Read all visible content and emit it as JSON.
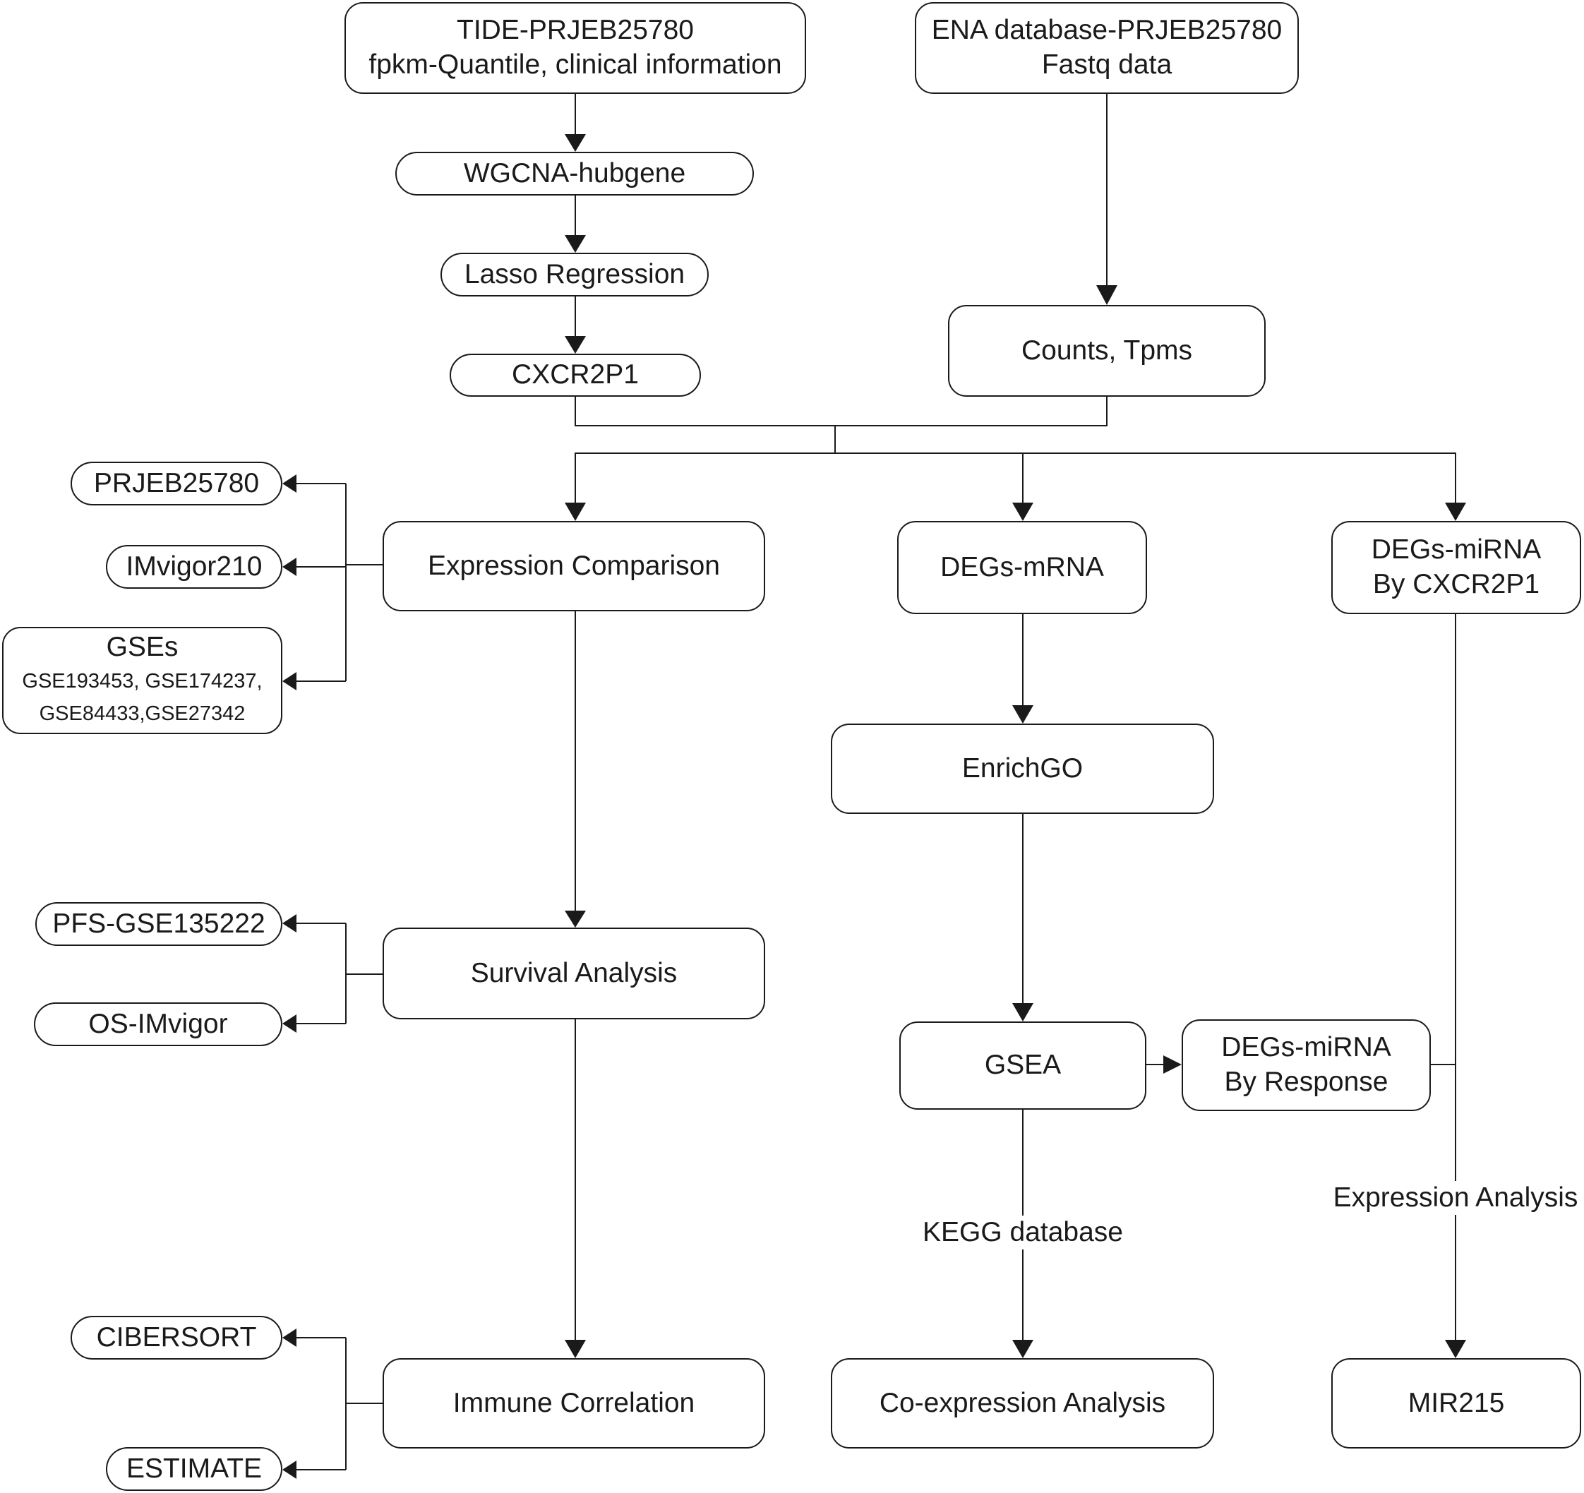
{
  "nodes": {
    "tide": {
      "line1": "TIDE-PRJEB25780",
      "line2": "fpkm-Quantile, clinical information"
    },
    "ena": {
      "line1": "ENA database-PRJEB25780",
      "line2": "Fastq data"
    },
    "wgcna": {
      "label": "WGCNA-hubgene"
    },
    "lasso": {
      "label": "Lasso Regression"
    },
    "cxcr2p1": {
      "label": "CXCR2P1"
    },
    "counts": {
      "label": "Counts, Tpms"
    },
    "prjeb": {
      "label": "PRJEB25780"
    },
    "imvigor210": {
      "label": "IMvigor210"
    },
    "gses": {
      "title": "GSEs",
      "line1": "GSE193453, GSE174237,",
      "line2": "GSE84433,GSE27342"
    },
    "expression_comparison": {
      "label": "Expression Comparison"
    },
    "degs_mrna": {
      "label": "DEGs-mRNA"
    },
    "degs_mirna_cxcr": {
      "line1": "DEGs-miRNA",
      "line2": "By CXCR2P1"
    },
    "enrichgo": {
      "label": "EnrichGO"
    },
    "pfs": {
      "label": "PFS-GSE135222"
    },
    "os": {
      "label": "OS-IMvigor"
    },
    "survival": {
      "label": "Survival Analysis"
    },
    "gsea": {
      "label": "GSEA"
    },
    "degs_mirna_resp": {
      "line1": "DEGs-miRNA",
      "line2": "By Response"
    },
    "cibersort": {
      "label": "CIBERSORT"
    },
    "estimate": {
      "label": "ESTIMATE"
    },
    "immune": {
      "label": "Immune Correlation"
    },
    "coexpr": {
      "label": "Co-expression Analysis"
    },
    "mir215": {
      "label": "MIR215"
    }
  },
  "edge_labels": {
    "kegg": "KEGG database",
    "expression_analysis": "Expression Analysis"
  },
  "colors": {
    "stroke": "#1a1a1a",
    "background": "#ffffff"
  }
}
